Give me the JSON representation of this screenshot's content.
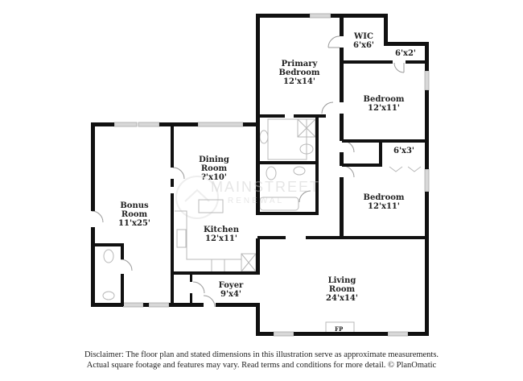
{
  "rooms": [
    {
      "name_lines": [
        "Primary",
        "Bedroom"
      ],
      "dimensions": "12'x14'"
    },
    {
      "name_lines": [
        "WIC"
      ],
      "dimensions": "6'x6'"
    },
    {
      "name_lines": [],
      "dimensions": "6'x2'"
    },
    {
      "name_lines": [
        "Bedroom"
      ],
      "dimensions": "12'x11'"
    },
    {
      "name_lines": [],
      "dimensions": "6'x3'"
    },
    {
      "name_lines": [
        "Bedroom"
      ],
      "dimensions": "12'x11'"
    },
    {
      "name_lines": [
        "Dining",
        "Room"
      ],
      "dimensions": "?'x10'"
    },
    {
      "name_lines": [
        "Bonus",
        "Room"
      ],
      "dimensions": "11'x25'"
    },
    {
      "name_lines": [
        "Kitchen"
      ],
      "dimensions": "12'x11'"
    },
    {
      "name_lines": [
        "Foyer"
      ],
      "dimensions": "9'x4'"
    },
    {
      "name_lines": [
        "Living",
        "Room"
      ],
      "dimensions": "24'x14'"
    }
  ],
  "fixtures": {
    "fireplace_label": "FP"
  },
  "watermark": {
    "main": "MAINSTREET",
    "sub": "RENEWAL"
  },
  "disclaimer": {
    "line1": "Disclaimer: The floor plan and stated dimensions in this illustration serve as approximate measurements.",
    "line2": "Actual square footage and features may vary. Read terms and conditions for more detail. © PlanOmatic"
  },
  "colors": {
    "wall": "#111111",
    "window": "#d8d8d8",
    "fixture_line": "#b8b8b8",
    "background": "#ffffff"
  }
}
